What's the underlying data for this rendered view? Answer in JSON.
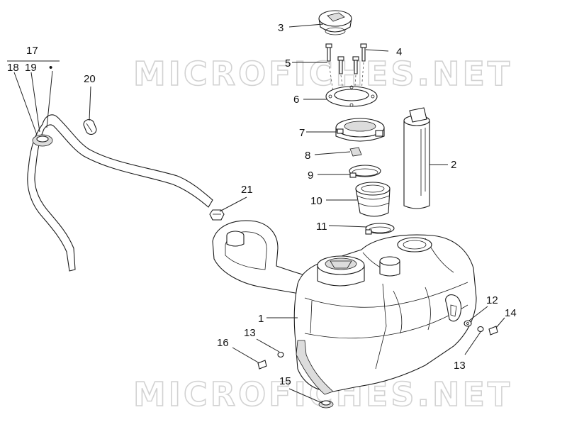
{
  "watermark": {
    "top": "MICROFICHES.NET",
    "bottom": "MICROFICHES.NET"
  },
  "labels": {
    "p1": "1",
    "p2": "2",
    "p3": "3",
    "p4": "4",
    "p5": "5",
    "p6": "6",
    "p7": "7",
    "p8": "8",
    "p9": "9",
    "p10": "10",
    "p11": "11",
    "p12": "12",
    "p13a": "13",
    "p13b": "13",
    "p14": "14",
    "p15": "15",
    "p16": "16",
    "p17": "17",
    "p18": "18",
    "p19": "19",
    "p20": "20",
    "p21": "21",
    "bullet": "•"
  },
  "colors": {
    "line": "#1a1a1a",
    "watermark": "#d2d2d2",
    "shade": "#dcdcdc"
  }
}
